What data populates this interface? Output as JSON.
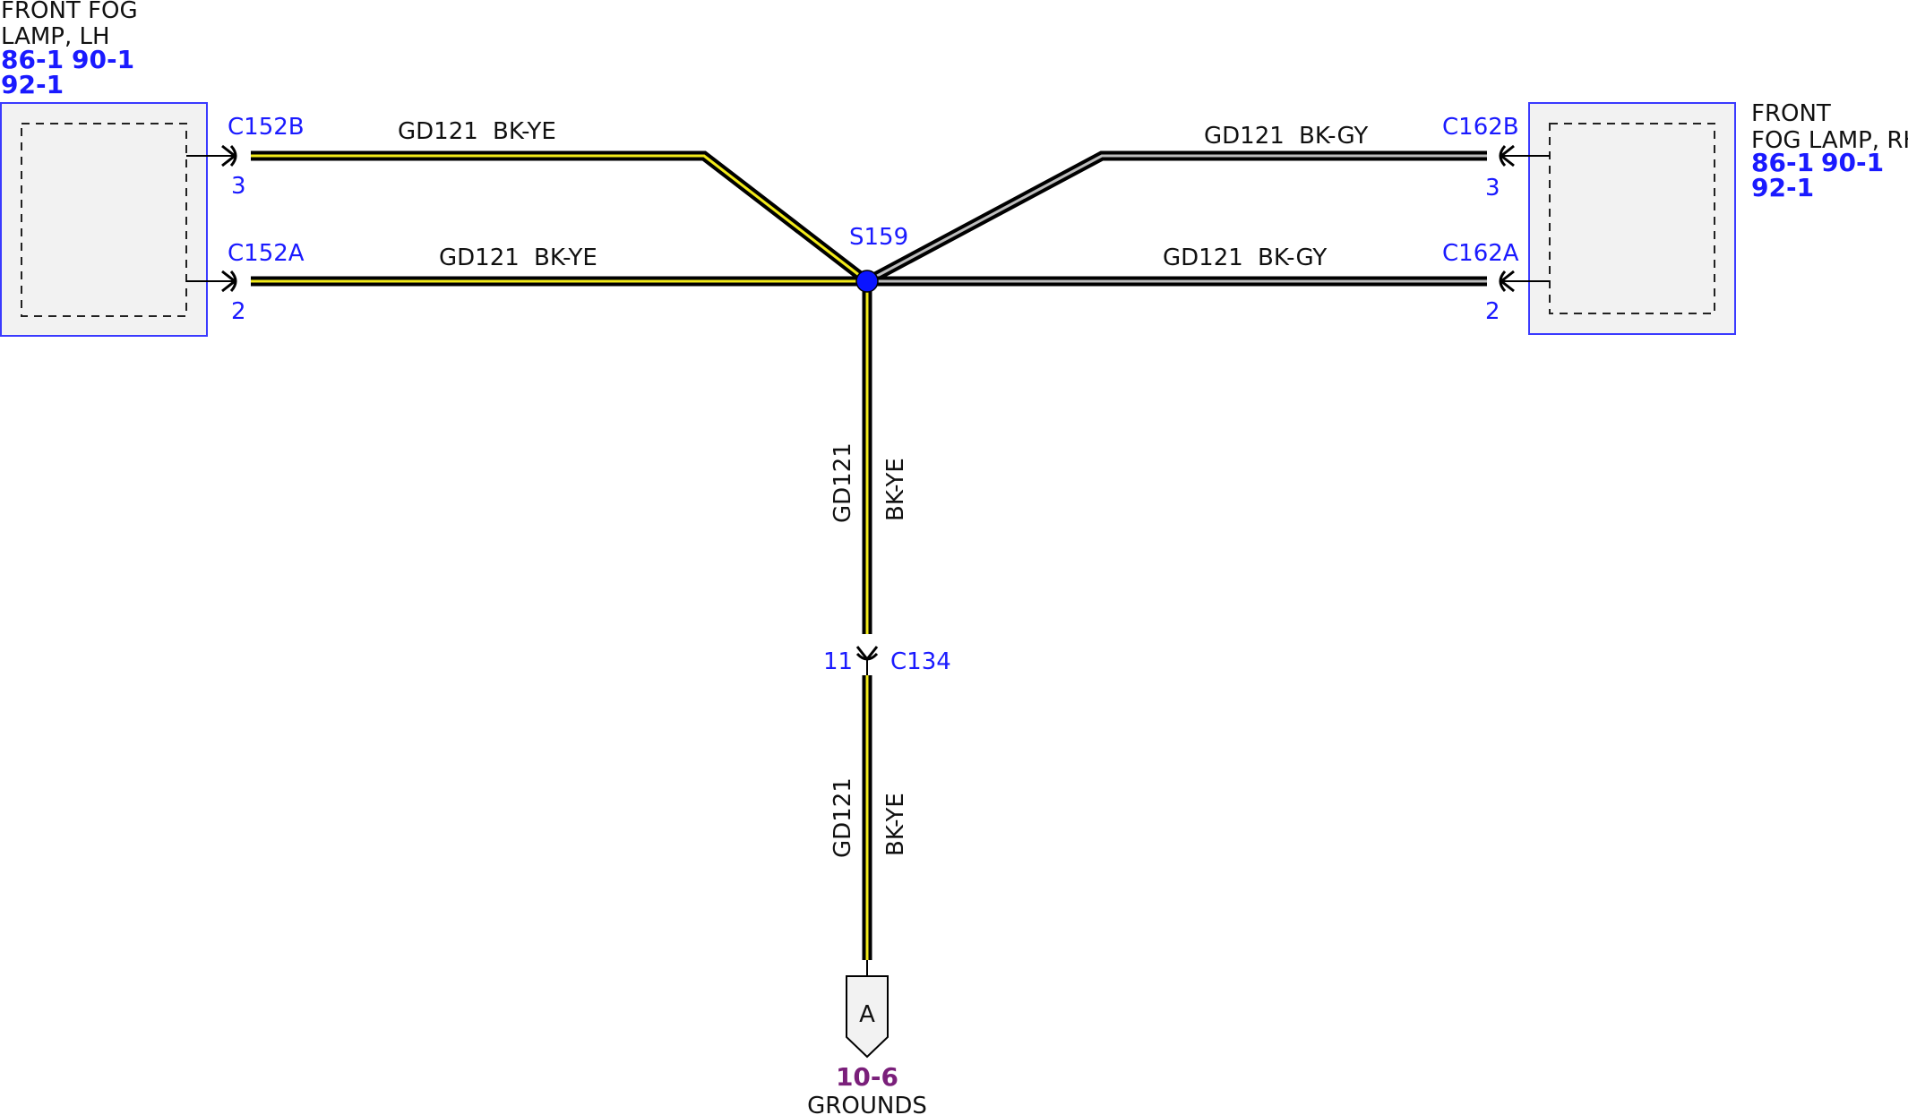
{
  "components": {
    "lh": {
      "line1": "FRONT FOG",
      "line2": "LAMP, LH",
      "ref1": "86-1",
      "ref2": "90-1",
      "ref3": "92-1"
    },
    "rh": {
      "line1": "FRONT",
      "line2": "FOG LAMP, RH",
      "ref1": "86-1",
      "ref2": "90-1",
      "ref3": "92-1"
    }
  },
  "connectors": {
    "c152b": {
      "name": "C152B",
      "pin": "3"
    },
    "c152a": {
      "name": "C152A",
      "pin": "2"
    },
    "c162b": {
      "name": "C162B",
      "pin": "3"
    },
    "c162a": {
      "name": "C162A",
      "pin": "2"
    },
    "c134": {
      "name": "C134",
      "pin": "11"
    }
  },
  "splice": {
    "name": "S159",
    "color": "#0a14ff"
  },
  "wires": {
    "lh_top": {
      "circuit": "GD121",
      "color": "BK-YE"
    },
    "lh_bottom": {
      "circuit": "GD121",
      "color": "BK-YE"
    },
    "rh_top": {
      "circuit": "GD121",
      "color": "BK-GY"
    },
    "rh_bottom": {
      "circuit": "GD121",
      "color": "BK-GY"
    },
    "vertical_upper": {
      "circuit": "GD121",
      "color": "BK-YE"
    },
    "vertical_lower": {
      "circuit": "GD121",
      "color": "BK-YE"
    }
  },
  "ground": {
    "letter": "A",
    "page_ref": "10-6",
    "label": "GROUNDS"
  },
  "colors": {
    "black": "#000000",
    "yellow": "#f2ea1a",
    "gray": "#bdbdbd",
    "box_border": "#3a3aff",
    "box_fill": "#f2f2f2"
  }
}
